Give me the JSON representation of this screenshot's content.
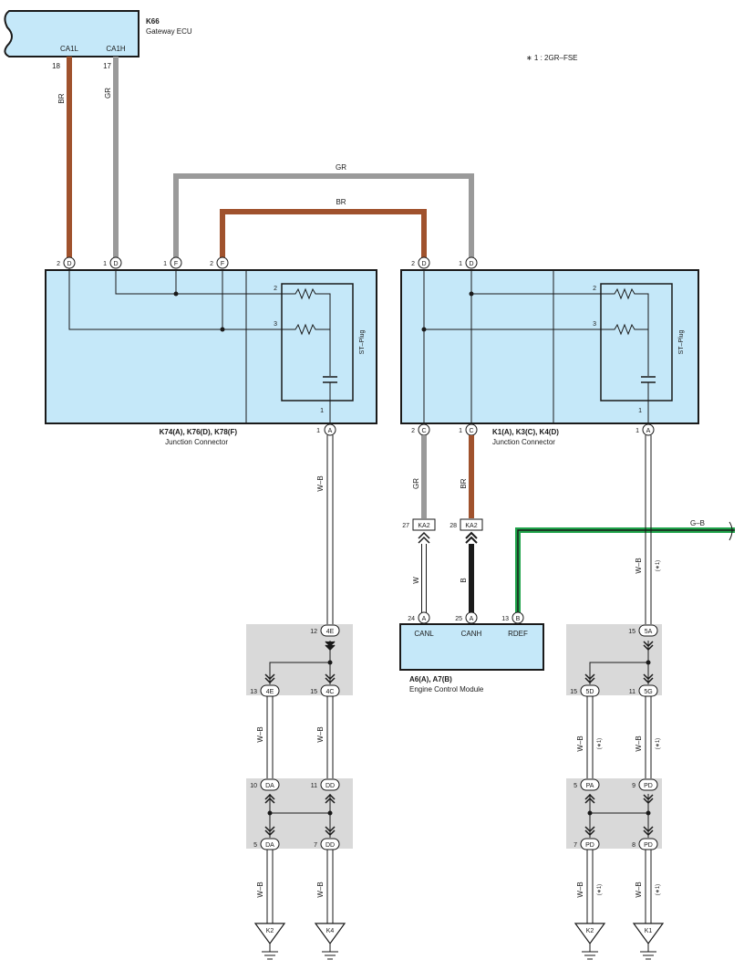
{
  "note": "∗ 1 : 2GR–FSE",
  "ecu": {
    "id": "K66",
    "name": "Gateway ECU",
    "pin_l": "CA1L",
    "pin_h": "CA1H",
    "num_l": "18",
    "num_h": "17"
  },
  "jc_left": {
    "ids": "K74(A), K76(D), K78(F)",
    "name": "Junction Connector",
    "plug": "ST–Plug"
  },
  "jc_right": {
    "ids": "K1(A), K3(C), K4(D)",
    "name": "Junction Connector",
    "plug": "ST–Plug"
  },
  "ecm": {
    "ids": "A6(A), A7(B)",
    "name": "Engine Control Module",
    "canl": "CANL",
    "canh": "CANH",
    "rdef": "RDEF"
  },
  "wires": {
    "br": "BR",
    "gr": "GR",
    "wb": "W–B",
    "w": "W",
    "b": "B",
    "gb": "G–B",
    "star1": "(∗1)"
  },
  "connectors": {
    "ka2": "KA2",
    "a": "A",
    "b": "B",
    "c": "C",
    "d": "D",
    "f": "F",
    "c4e": "4E",
    "c4c": "4C",
    "cda": "DA",
    "cdd": "DD",
    "c5a": "5A",
    "c5d": "5D",
    "c5g": "5G",
    "cpa": "PA",
    "cpd": "PD"
  },
  "pins": {
    "p1": "1",
    "p2": "2",
    "p3": "3",
    "p5": "5",
    "p7": "7",
    "p8": "8",
    "p9": "9",
    "p10": "10",
    "p11": "11",
    "p12": "12",
    "p13": "13",
    "p15": "15",
    "p24": "24",
    "p25": "25",
    "p27": "27",
    "p28": "28"
  },
  "grounds": {
    "k1": "K1",
    "k2": "K2",
    "k4": "K4"
  },
  "colors": {
    "br": "#a0522d",
    "gr": "#9a9a9a",
    "gb_green": "#1fa34a",
    "box": "#c5e8f9",
    "splice": "#d9d9d9"
  }
}
